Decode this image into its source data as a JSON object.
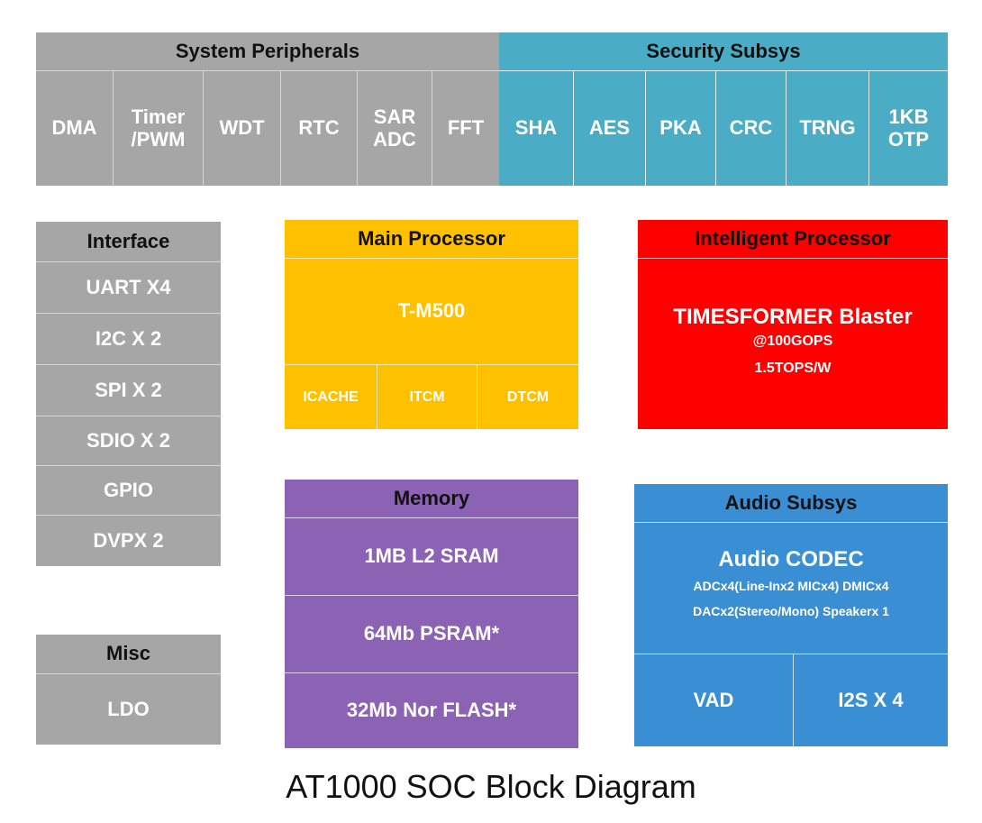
{
  "system_peripherals": {
    "title": "System Peripherals",
    "items": [
      "DMA",
      "Timer\n/PWM",
      "WDT",
      "RTC",
      "SAR\nADC",
      "FFT"
    ]
  },
  "security_subsys": {
    "title": "Security Subsys",
    "items": [
      "SHA",
      "AES",
      "PKA",
      "CRC",
      "TRNG",
      "1KB\nOTP"
    ]
  },
  "interface": {
    "title": "Interface",
    "items": [
      "UART X4",
      "I2C X 2",
      "SPI X 2",
      "SDIO X 2",
      "GPIO",
      "DVPX 2"
    ]
  },
  "misc": {
    "title": "Misc",
    "items": [
      "LDO"
    ]
  },
  "main_processor": {
    "title": "Main Processor",
    "core": "T-M500",
    "items": [
      "ICACHE",
      "ITCM",
      "DTCM"
    ]
  },
  "intelligent_processor": {
    "title": "Intelligent Processor",
    "name": "TIMESFORMER Blaster",
    "line1": "@100GOPS",
    "line2": "1.5TOPS/W"
  },
  "memory": {
    "title": "Memory",
    "items": [
      "1MB L2 SRAM",
      "64Mb PSRAM*",
      "32Mb Nor FLASH*"
    ]
  },
  "audio_subsys": {
    "title": "Audio Subsys",
    "codec": "Audio CODEC",
    "codec_line1": "ADCx4(Line-Inx2 MICx4) DMICx4",
    "codec_line2": "DACx2(Stereo/Mono) Speakerx 1",
    "items": [
      "VAD",
      "I2S X 4"
    ]
  },
  "caption": "AT1000 SOC Block Diagram",
  "colors": {
    "peripheral_grey": "#a6a6a6",
    "security_teal": "#4bacc6",
    "main_processor_amber": "#ffc000",
    "intelligent_red": "#ff0000",
    "memory_purple": "#8c62b4",
    "audio_blue": "#3a8fd4"
  }
}
